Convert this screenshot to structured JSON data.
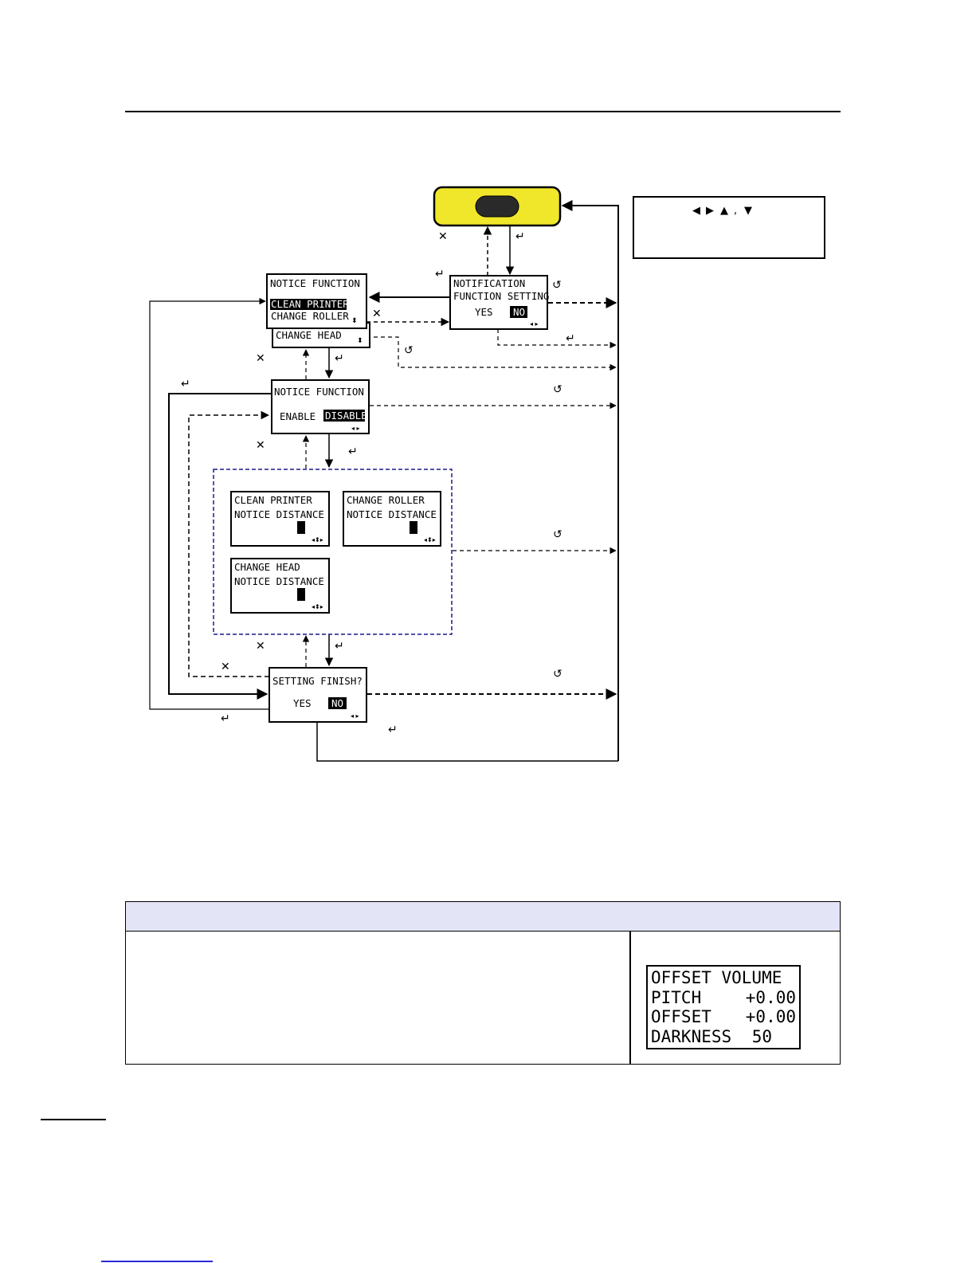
{
  "flow": {
    "mode_button": {
      "fill": "#f0e62a",
      "button_fill": "#2a2a2a"
    },
    "key_legend": {
      "arrows": [
        "◀",
        "▶",
        "▲",
        "▼"
      ],
      "text_after_up": ","
    },
    "screens": {
      "notice_menu": {
        "line1": "NOTICE FUNCTION",
        "line2": "CLEAN PRINTER",
        "line3": "CHANGE ROLLER",
        "line4": "CHANGE HEAD",
        "scroll_icon": "up-down-arrows-icon"
      },
      "notification_setting": {
        "line1": "NOTIFICATION",
        "line2": "FUNCTION SETTING",
        "yes": "YES",
        "no": "NO",
        "nav_icon": "left-right-arrows-icon"
      },
      "notice_function": {
        "line1": "NOTICE FUNCTION",
        "enable": "ENABLE",
        "disable": "DISABLE",
        "nav_icon": "left-right-arrows-icon"
      },
      "clean_printer_distance": {
        "line1": "CLEAN PRINTER",
        "line2": "NOTICE DISTANCE"
      },
      "change_roller_distance": {
        "line1": "CHANGE ROLLER",
        "line2": "NOTICE DISTANCE"
      },
      "change_head_distance": {
        "line1": "CHANGE HEAD",
        "line2": "NOTICE DISTANCE"
      },
      "setting_finish": {
        "line1": "SETTING FINISH?",
        "yes": "YES",
        "no": "NO",
        "nav_icon": "left-right-arrows-icon"
      }
    },
    "key_symbols": {
      "enter": "↵",
      "cancel": "✕",
      "return": "↺"
    },
    "group_border_color": "#1a1a8c"
  },
  "info_table": {
    "header_fill": "#e4e4f7",
    "offset_display": {
      "rows": [
        {
          "label": "OFFSET VOLUME",
          "value": ""
        },
        {
          "label": "PITCH",
          "value": "+0.00"
        },
        {
          "label": "OFFSET",
          "value": "+0.00"
        },
        {
          "label": "DARKNESS",
          "value": "50"
        }
      ]
    }
  }
}
